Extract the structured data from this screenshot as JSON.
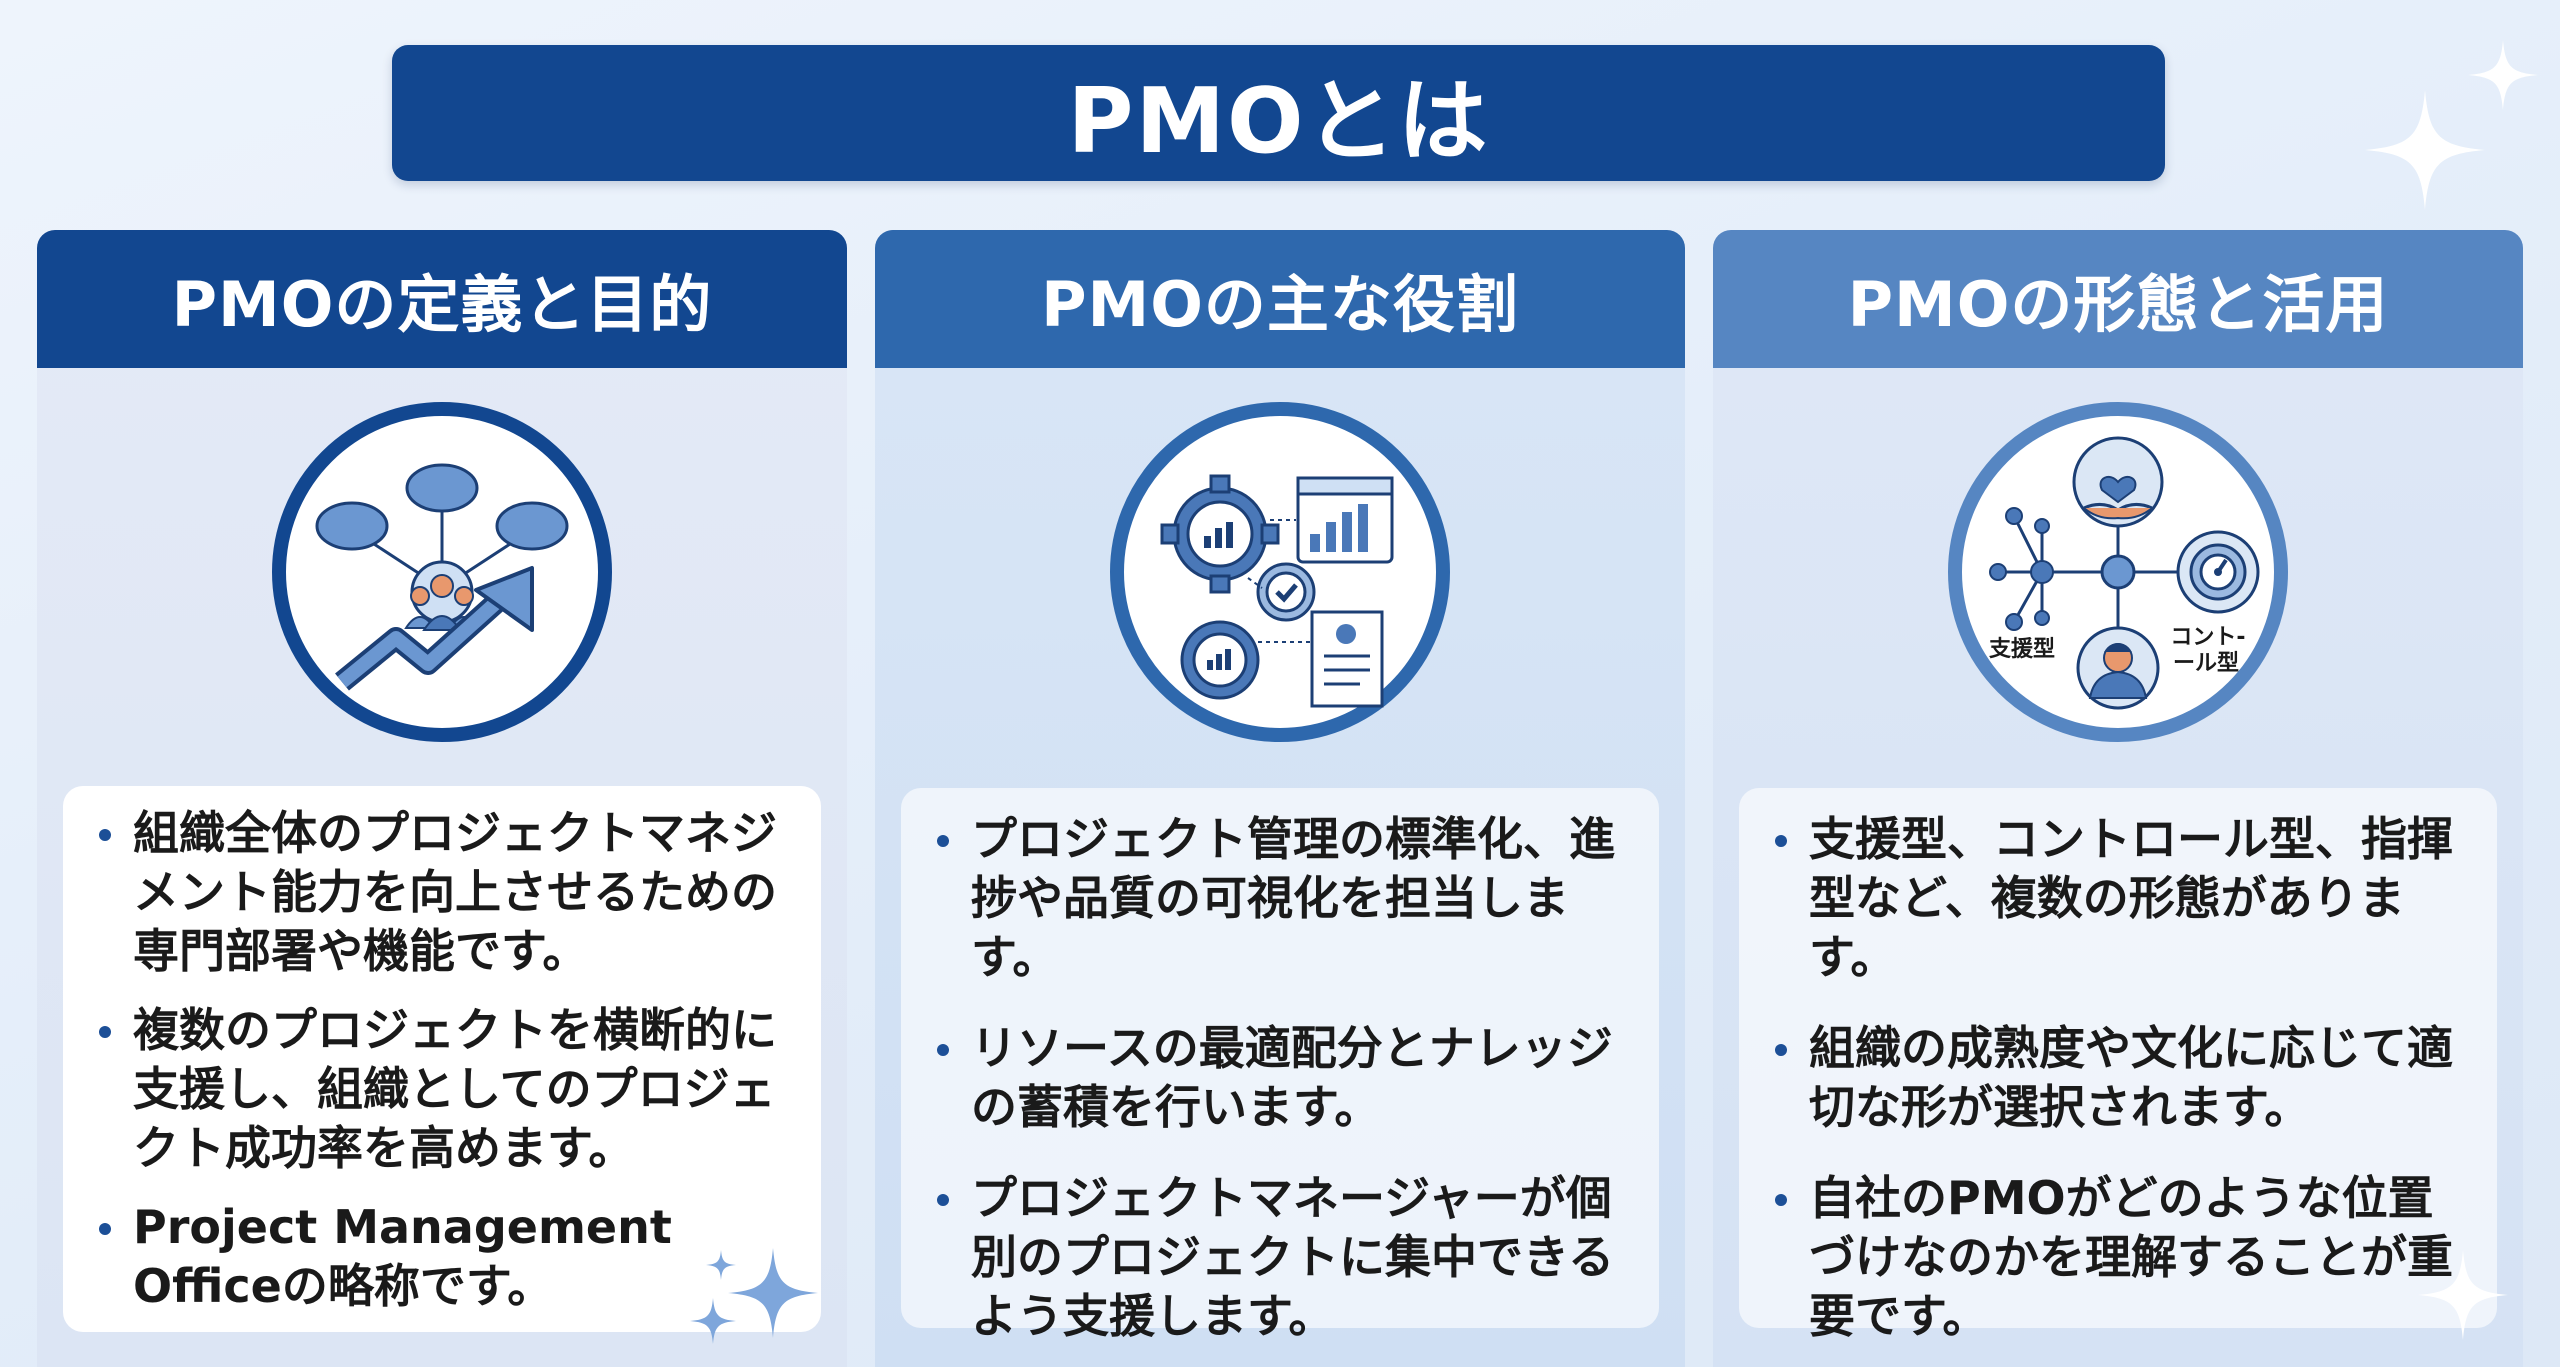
{
  "title": "PMOとは",
  "cards": [
    {
      "heading": "PMOの定義と目的",
      "bullets": [
        "組織全体のプロジェクトマネジメント能力を向上させるための専門部署や機能です。",
        "複数のプロジェクトを横断的に支援し、組織としてのプロジェクト成功率を高めます。",
        "Project Management Officeの略称です。"
      ]
    },
    {
      "heading": "PMOの主な役割",
      "bullets": [
        "プロジェクト管理の標準化、進捗や品質の可視化を担当します。",
        "リソースの最適配分とナレッジの蓄積を行います。",
        "プロジェクトマネージャーが個別のプロジェクトに集中できるよう支援します。"
      ]
    },
    {
      "heading": "PMOの形態と活用",
      "icon_labels": {
        "support": "支援型",
        "control_line1": "コント-",
        "control_line2": "ール型"
      },
      "bullets": [
        "支援型、コントロール型、指揮型など、複数の形態があります。",
        "組織の成熟度や文化に応じて適切な形が選択されます。",
        "自社のPMOがどのような位置づけなのかを理解することが重要です。"
      ]
    }
  ],
  "colors": {
    "primary": "#124790",
    "secondary": "#2e68ad",
    "tertiary": "#5686c2"
  }
}
